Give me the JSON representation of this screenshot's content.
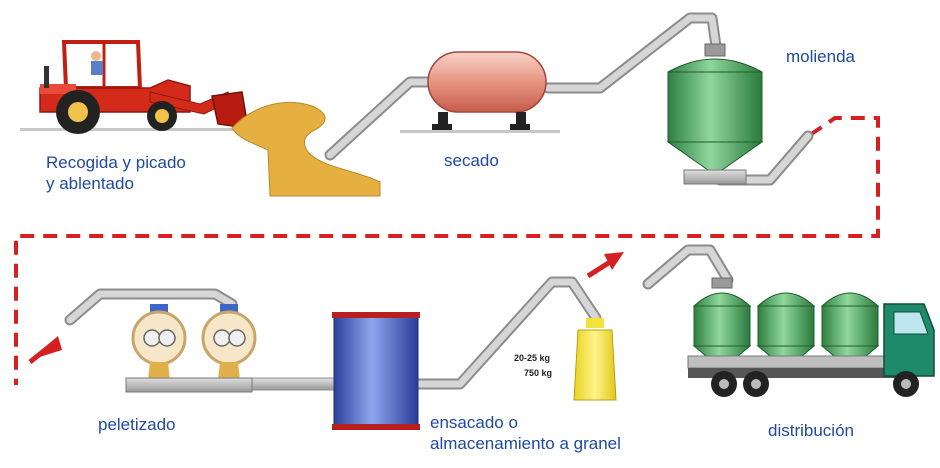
{
  "steps": {
    "recogida": {
      "line1": "Recogida y picado",
      "line2": "y ablentado"
    },
    "secado": "secado",
    "molienda": "molienda",
    "peletizado": "peletizado",
    "ensacado": {
      "line1": "ensacado o",
      "line2": "almacenamiento a granel"
    },
    "distribucion": "distribución"
  },
  "bag_weights": [
    "20-25 kg",
    "750 kg"
  ],
  "colors": {
    "label_text": "#1f4aa0",
    "pipe": "#b8b8b8",
    "flow_arrow": "#d42020",
    "tractor_body": "#d42a1a",
    "dryer": "#e89080",
    "silo": "#3fa35a",
    "storage_tank": "#3a5cc8",
    "bag": "#f4e23a",
    "hay_pile": "#e6b040"
  }
}
